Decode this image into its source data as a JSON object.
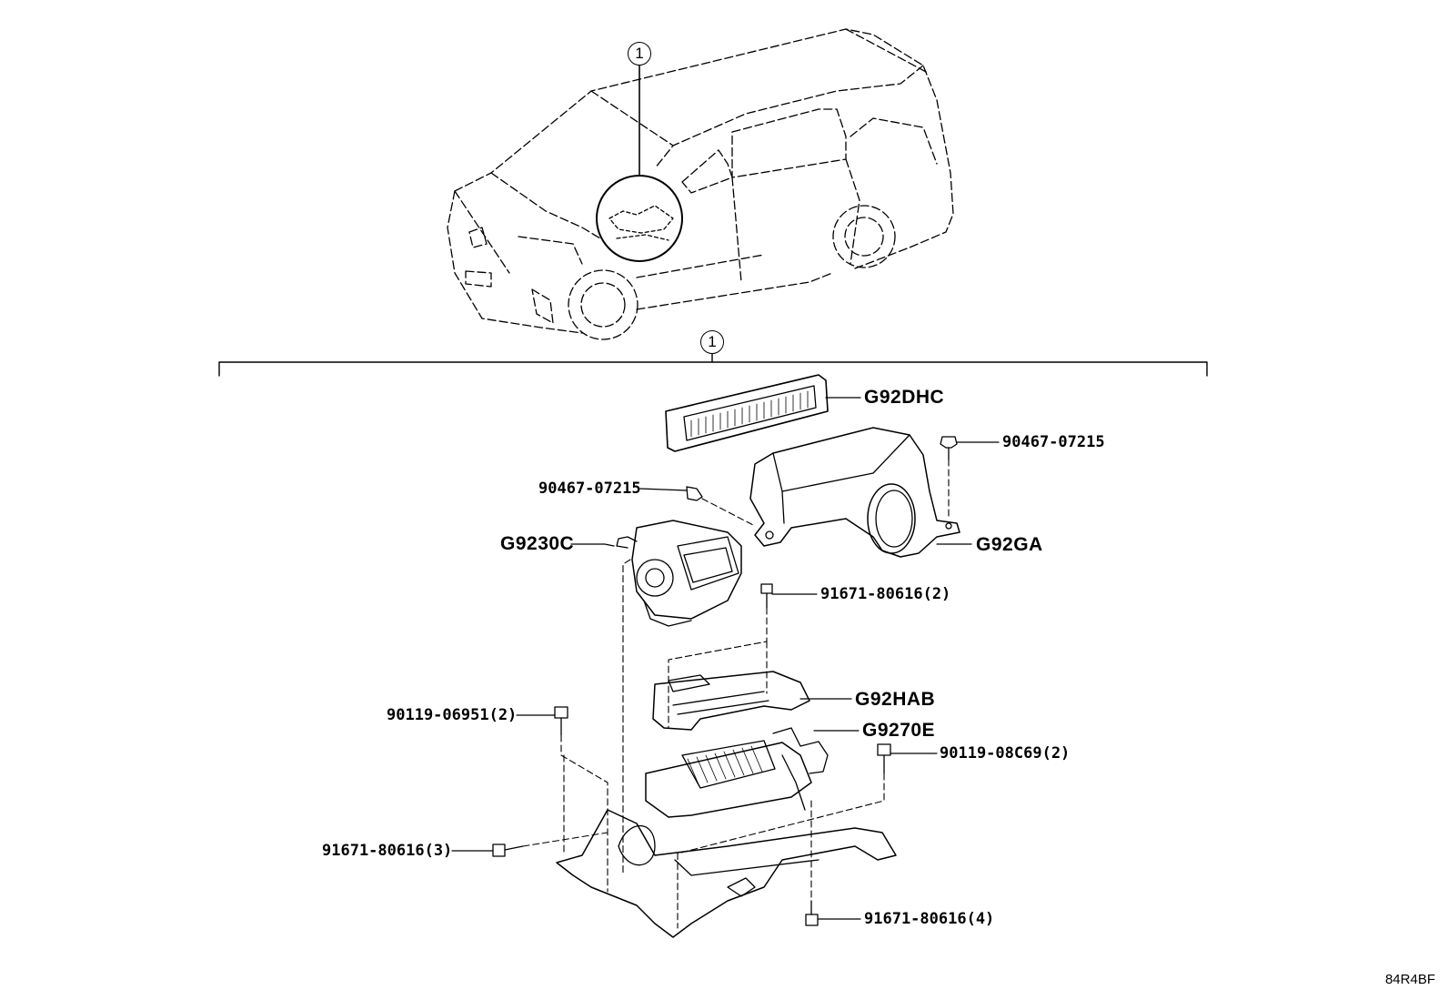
{
  "callout_label": "1",
  "parts": [
    {
      "id": "G92DHC",
      "label": "G92DHC"
    },
    {
      "id": "90467-07215-right",
      "label": "90467-07215"
    },
    {
      "id": "90467-07215-left",
      "label": "90467-07215"
    },
    {
      "id": "G9230C",
      "label": "G9230C"
    },
    {
      "id": "G92GA",
      "label": "G92GA"
    },
    {
      "id": "91671-80616-2",
      "label": "91671-80616(2)"
    },
    {
      "id": "G92HAB",
      "label": "G92HAB"
    },
    {
      "id": "G9270E",
      "label": "G9270E"
    },
    {
      "id": "90119-06951-2",
      "label": "90119-06951(2)"
    },
    {
      "id": "90119-08C69-2",
      "label": "90119-08C69(2)"
    },
    {
      "id": "91671-80616-3",
      "label": "91671-80616(3)"
    },
    {
      "id": "91671-80616-4",
      "label": "91671-80616(4)"
    }
  ],
  "diagram_code": "84R4BF"
}
